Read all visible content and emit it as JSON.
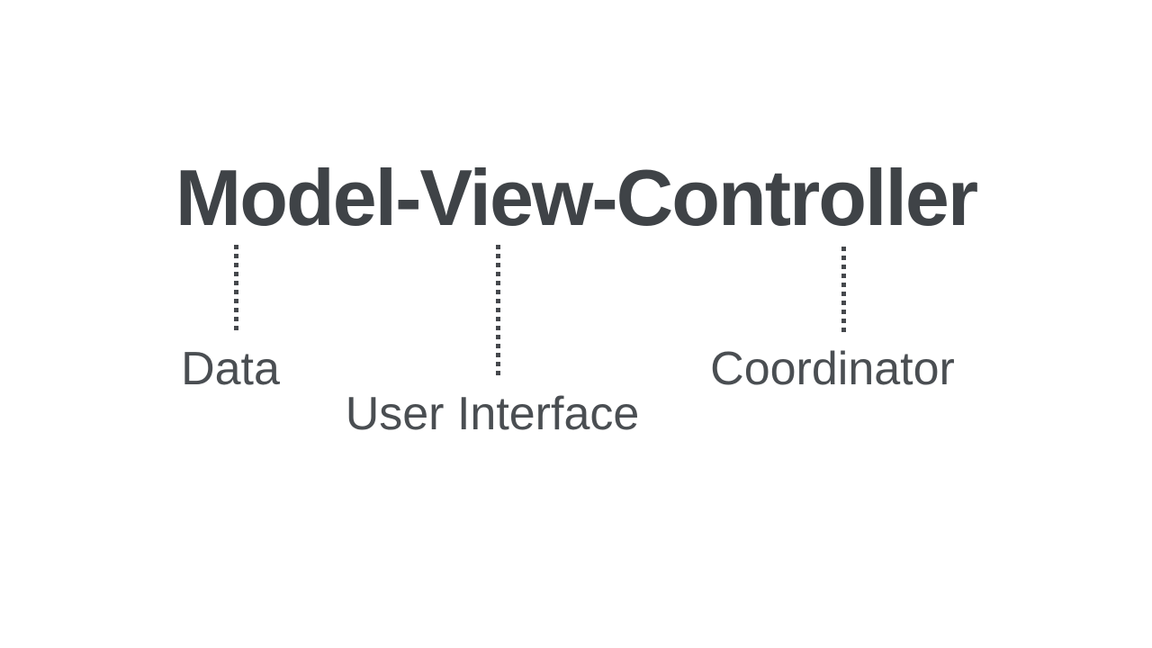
{
  "slide": {
    "title": "Model-View-Controller",
    "colors": {
      "background": "#ffffff",
      "title": "#3f4347",
      "label": "#4a4e52",
      "connector": "#45484c"
    },
    "connector_style": "dotted",
    "annotations": [
      {
        "target_word": "Model",
        "label": "Data"
      },
      {
        "target_word": "View",
        "label": "User Interface"
      },
      {
        "target_word": "Controller",
        "label": "Coordinator"
      }
    ]
  }
}
